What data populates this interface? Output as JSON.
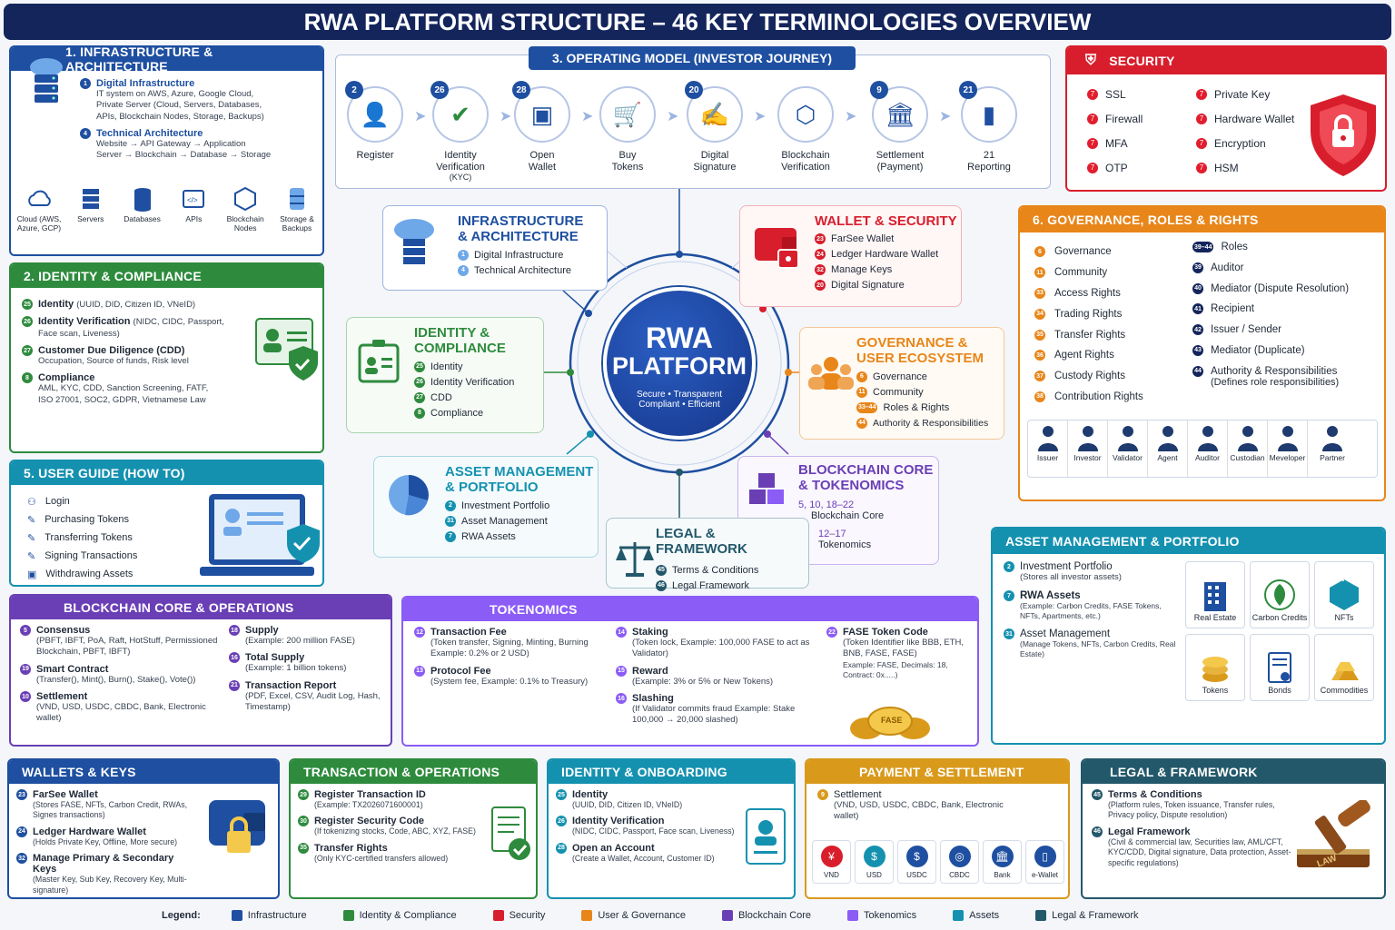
{
  "title": "RWA PLATFORM STRUCTURE – 46 KEY TERMINOLOGIES OVERVIEW",
  "infra": {
    "header": "1. INFRASTRUCTURE & ARCHITECTURE",
    "items": [
      {
        "n": "1",
        "t": "Digital Infrastructure",
        "d1": "IT system on AWS, Azure, Google Cloud,",
        "d2": "Private Server (Cloud, Servers, Databases,",
        "d3": "APIs, Blockchain Nodes, Storage, Backups)"
      },
      {
        "n": "4",
        "t": "Technical Architecture",
        "d1": "Website → API Gateway → Application",
        "d2": "Server → Blockchain → Database → Storage",
        "d3": ""
      }
    ],
    "icons": [
      "Cloud (AWS, Azure, GCP)",
      "Servers",
      "Databases",
      "APIs",
      "Blockchain Nodes",
      "Storage & Backups"
    ]
  },
  "identity": {
    "header": "2. IDENTITY & COMPLIANCE",
    "items": [
      {
        "n": "25",
        "t": "Identity",
        "d": "(UUID, DID, Citizen ID, VNeID)",
        "d2": ""
      },
      {
        "n": "26",
        "t": "Identity Verification",
        "d": "(NIDC, CIDC, Passport,",
        "d2": "Face scan, Liveness)"
      },
      {
        "n": "27",
        "t": "Customer Due Diligence (CDD)",
        "d": "",
        "d2": "Occupation, Source of funds, Risk level"
      },
      {
        "n": "8",
        "t": "Compliance",
        "d": "",
        "d2": "AML, KYC, CDD, Sanction Screening, FATF, ISO 27001, SOC2, GDPR, Vietnamese Law"
      }
    ]
  },
  "guide": {
    "header": "5. USER GUIDE (HOW TO)",
    "items": [
      "Login",
      "Purchasing Tokens",
      "Transferring Tokens",
      "Signing Transactions",
      "Withdrawing Assets"
    ]
  },
  "operating": {
    "header": "3. OPERATING MODEL (INVESTOR JOURNEY)",
    "steps": [
      {
        "n": "2",
        "l1": "Register",
        "l2": "",
        "l3": ""
      },
      {
        "n": "26",
        "l1": "Identity",
        "l2": "Verification",
        "l3": "(KYC)"
      },
      {
        "n": "28",
        "l1": "Open",
        "l2": "Wallet",
        "l3": ""
      },
      {
        "n": "",
        "l1": "Buy",
        "l2": "Tokens",
        "l3": ""
      },
      {
        "n": "20",
        "l1": "Digital",
        "l2": "Signature",
        "l3": ""
      },
      {
        "n": "",
        "l1": "Blockchain",
        "l2": "Verification",
        "l3": ""
      },
      {
        "n": "9",
        "l1": "Settlement",
        "l2": "(Payment)",
        "l3": ""
      },
      {
        "n": "21",
        "l1": "21",
        "l2": "Reporting",
        "l3": ""
      }
    ]
  },
  "security": {
    "header": "SECURITY",
    "left": [
      "SSL",
      "Firewall",
      "MFA",
      "OTP"
    ],
    "right": [
      "Private Key",
      "Hardware Wallet",
      "Encryption",
      "HSM"
    ]
  },
  "center": {
    "t1": "RWA",
    "t2": "PLATFORM",
    "s1": "Secure • Transparent",
    "s2": "Compliant • Efficient"
  },
  "hubs": {
    "infra": {
      "title1": "INFRASTRUCTURE",
      "title2": "& ARCHITECTURE",
      "items": [
        {
          "n": "1",
          "l": "Digital Infrastructure"
        },
        {
          "n": "4",
          "l": "Technical Architecture"
        }
      ]
    },
    "wallet": {
      "title1": "WALLET & SECURITY",
      "items": [
        {
          "n": "23",
          "l": "FarSee Wallet"
        },
        {
          "n": "24",
          "l": "Ledger Hardware Wallet"
        },
        {
          "n": "32",
          "l": "Manage Keys"
        },
        {
          "n": "20",
          "l": "Digital Signature"
        }
      ]
    },
    "identity": {
      "title1": "IDENTITY &",
      "title2": "COMPLIANCE",
      "items": [
        {
          "n": "25",
          "l": "Identity"
        },
        {
          "n": "26",
          "l": "Identity Verification"
        },
        {
          "n": "27",
          "l": "CDD"
        },
        {
          "n": "8",
          "l": "Compliance"
        }
      ]
    },
    "gov": {
      "title1": "GOVERNANCE &",
      "title2": "USER ECOSYSTEM",
      "items": [
        {
          "n": "6",
          "l": "Governance"
        },
        {
          "n": "11",
          "l": "Community"
        },
        {
          "n": "33–44",
          "l": "Roles & Rights"
        },
        {
          "n": "44",
          "l": "Authority & Responsibilities"
        }
      ]
    },
    "asset": {
      "title1": "ASSET MANAGEMENT",
      "title2": "& PORTFOLIO",
      "items": [
        {
          "n": "2",
          "l": "Investment Portfolio"
        },
        {
          "n": "31",
          "l": "Asset Management"
        },
        {
          "n": "7",
          "l": "RWA Assets"
        }
      ]
    },
    "legal": {
      "title1": "LEGAL & FRAMEWORK",
      "items": [
        {
          "n": "45",
          "l": "Terms & Conditions"
        },
        {
          "n": "46",
          "l": "Legal Framework"
        }
      ]
    },
    "chain": {
      "title1": "BLOCKCHAIN CORE",
      "title2": "& TOKENOMICS",
      "a": "5, 10, 18–22",
      "b": "Blockchain Core",
      "c": "12–17",
      "d": "Tokenomics"
    }
  },
  "governance": {
    "header": "6. GOVERNANCE, ROLES & RIGHTS",
    "left": [
      {
        "n": "6",
        "l": "Governance"
      },
      {
        "n": "11",
        "l": "Community"
      },
      {
        "n": "33",
        "l": "Access Rights"
      },
      {
        "n": "34",
        "l": "Trading Rights"
      },
      {
        "n": "35",
        "l": "Transfer Rights"
      },
      {
        "n": "36",
        "l": "Agent Rights"
      },
      {
        "n": "37",
        "l": "Custody Rights"
      },
      {
        "n": "38",
        "l": "Contribution Rights"
      }
    ],
    "right": [
      {
        "n": "39–44",
        "l": "Roles",
        "d": ""
      },
      {
        "n": "39",
        "l": "Auditor",
        "d": ""
      },
      {
        "n": "40",
        "l": "Mediator (Dispute Resolution)",
        "d": ""
      },
      {
        "n": "41",
        "l": "Recipient",
        "d": ""
      },
      {
        "n": "42",
        "l": "Issuer / Sender",
        "d": ""
      },
      {
        "n": "43",
        "l": "Mediator (Duplicate)",
        "d": ""
      },
      {
        "n": "44",
        "l": "Authority & Responsibilities",
        "d": "(Defines role responsibilities)"
      }
    ],
    "roles": [
      "Issuer",
      "Investor",
      "Validator",
      "Agent",
      "Auditor",
      "Custodian",
      "Meveloper",
      "Partner"
    ]
  },
  "assetpanel": {
    "header": "ASSET MANAGEMENT & PORTFOLIO",
    "items": [
      {
        "n": "2",
        "t": "Investment Portfolio",
        "d": "(Stores all investor assets)"
      },
      {
        "n": "7",
        "t": "RWA Assets",
        "d": "(Example: Carbon Credits, FASE Tokens, NFTs, Apartments, etc.)"
      },
      {
        "n": "31",
        "t": "Asset Management",
        "d": "(Manage Tokens, NFTs, Carbon Credits, Real Estate)"
      }
    ],
    "tiles": [
      "Real Estate",
      "Carbon Credits",
      "NFTs",
      "Tokens",
      "Bonds",
      "Commodities"
    ],
    "nft": "NFT"
  },
  "bcops": {
    "header": "BLOCKCHAIN CORE & OPERATIONS",
    "left": [
      {
        "n": "5",
        "t": "Consensus",
        "d": "(PBFT, IBFT, PoA, Raft, HotStuff, Permissioned Blockchain, PBFT, IBFT)"
      },
      {
        "n": "19",
        "t": "Smart Contract",
        "d": "(Transfer(), Mint(), Burn(), Stake(), Vote())"
      },
      {
        "n": "10",
        "t": "Settlement",
        "d": "(VND, USD, USDC, CBDC, Bank, Electronic wallet)"
      }
    ],
    "right": [
      {
        "n": "18",
        "t": "Supply",
        "d": "(Example: 200 million FASE)"
      },
      {
        "n": "16",
        "t": "Total Supply",
        "d": "(Example: 1 billion tokens)"
      },
      {
        "n": "21",
        "t": "Transaction Report",
        "d": "(PDF, Excel, CSV, Audit Log, Hash, Timestamp)"
      }
    ]
  },
  "tokenomics": {
    "header": "TOKENOMICS",
    "c1": [
      {
        "n": "12",
        "t": "Transaction Fee",
        "d": "(Token transfer, Signing, Minting, Burning Example: 0.2% or 2 USD)"
      },
      {
        "n": "13",
        "t": "Protocol Fee",
        "d": "(System fee, Example: 0.1% to Treasury)"
      }
    ],
    "c2": [
      {
        "n": "14",
        "t": "Staking",
        "d": "(Token lock, Example: 100,000 FASE to act as Validator)"
      },
      {
        "n": "15",
        "t": "Reward",
        "d": "(Example: 3% or 5% or New Tokens)"
      },
      {
        "n": "16",
        "t": "Slashing",
        "d": "(If Validator commits fraud Example: Stake 100,000 → 20,000 slashed)"
      }
    ],
    "c3": {
      "n": "22",
      "t": "FASE Token Code",
      "d": "(Token Identifier like BBB, ETH, BNB, FASE, FASE)",
      "d2": "Example: FASE, Decimals: 18, Contract: 0x.....)"
    },
    "coin": "FASE"
  },
  "wallets": {
    "header": "WALLETS & KEYS",
    "items": [
      {
        "n": "23",
        "t": "FarSee Wallet",
        "d": "(Stores FASE, NFTs, Carbon Credit, RWAs, Signes transactions)"
      },
      {
        "n": "24",
        "t": "Ledger Hardware Wallet",
        "d": "(Holds Private Key, Offline, More secure)"
      },
      {
        "n": "32",
        "t": "Manage Primary & Secondary Keys",
        "d": "(Master Key, Sub Key, Recovery Key, Multi-signature)"
      }
    ]
  },
  "txops": {
    "header": "TRANSACTION & OPERATIONS",
    "items": [
      {
        "n": "29",
        "t": "Register Transaction ID",
        "d": "(Example: TX2026071600001)"
      },
      {
        "n": "30",
        "t": "Register Security Code",
        "d": "(If tokenizing stocks, Code, ABC, XYZ, FASE)"
      },
      {
        "n": "35",
        "t": "Transfer Rights",
        "d": "(Only KYC-certified transfers allowed)"
      }
    ]
  },
  "onboard": {
    "header": "IDENTITY & ONBOARDING",
    "items": [
      {
        "n": "25",
        "t": "Identity",
        "d": "(UUID, DID, Citizen ID, VNeID)"
      },
      {
        "n": "26",
        "t": "Identity Verification",
        "d": "(NIDC, CIDC, Passport, Face scan, Liveness)"
      },
      {
        "n": "28",
        "t": "Open an Account",
        "d": "(Create a Wallet, Account, Customer ID)"
      }
    ]
  },
  "payment": {
    "header": "PAYMENT & SETTLEMENT",
    "item": {
      "n": "9",
      "t": "Settlement",
      "d": "(VND, USD, USDC, CBDC, Bank, Electronic wallet)"
    },
    "methods": [
      "VND",
      "USD",
      "USDC",
      "CBDC",
      "Bank",
      "e-Wallet"
    ]
  },
  "legalpanel": {
    "header": "LEGAL & FRAMEWORK",
    "items": [
      {
        "n": "45",
        "t": "Terms & Conditions",
        "d": "(Platform rules, Token issuance, Transfer rules, Privacy policy, Dispute resolution)"
      },
      {
        "n": "46",
        "t": "Legal Framework",
        "d": "(Civil & commercial law, Securities law, AML/CFT, KYC/CDD, Digital signature, Data protection, Asset-specific regulations)"
      }
    ],
    "law": "LAW"
  },
  "legend": {
    "label": "Legend:",
    "items": [
      {
        "l": "Infrastructure",
        "c": "#1e4fa0"
      },
      {
        "l": "Identity & Compliance",
        "c": "#2e8b3d"
      },
      {
        "l": "Security",
        "c": "#d81e2c"
      },
      {
        "l": "User & Governance",
        "c": "#e8861a"
      },
      {
        "l": "Blockchain Core",
        "c": "#6a3fb5"
      },
      {
        "l": "Tokenomics",
        "c": "#8b5cf6"
      },
      {
        "l": "Assets",
        "c": "#1591b0"
      },
      {
        "l": "Legal & Framework",
        "c": "#23586a"
      }
    ]
  },
  "colors": {
    "blue": "#1e4fa0",
    "green": "#2e8b3d",
    "red": "#d81e2c",
    "orange": "#e8861a",
    "purple": "#6a3fb5",
    "teal": "#1591b0",
    "dark": "#23586a",
    "gold": "#d99a1c"
  }
}
